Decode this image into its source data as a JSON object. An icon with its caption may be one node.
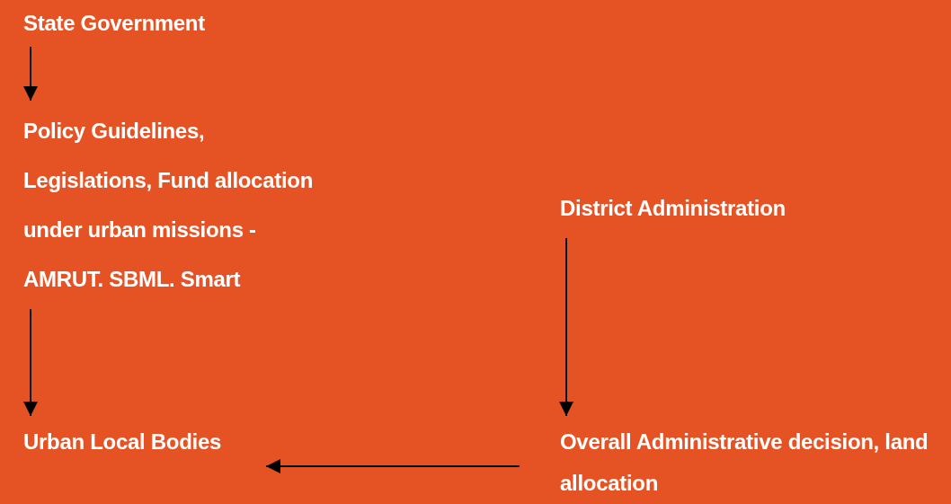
{
  "diagram": {
    "nodes": [
      {
        "text": [
          "State Government"
        ]
      },
      {
        "text": [
          "Policy Guidelines, Legislations, Fund allocation under urban missions - AMRUT. SBML. Smart"
        ]
      },
      {
        "text": [
          "Urban Local Bodies"
        ]
      },
      {
        "text": [
          "District Administration"
        ]
      },
      {
        "text": [
          "Overall Administrative decision, land allocation"
        ]
      }
    ],
    "edges": [
      {
        "from": 0,
        "to": 1,
        "arrow": "to"
      },
      {
        "from": 1,
        "to": 2,
        "arrow": "to"
      },
      {
        "from": 3,
        "to": 4,
        "arrow": "to"
      },
      {
        "from": 4,
        "to": 2,
        "arrow": "to"
      }
    ]
  }
}
